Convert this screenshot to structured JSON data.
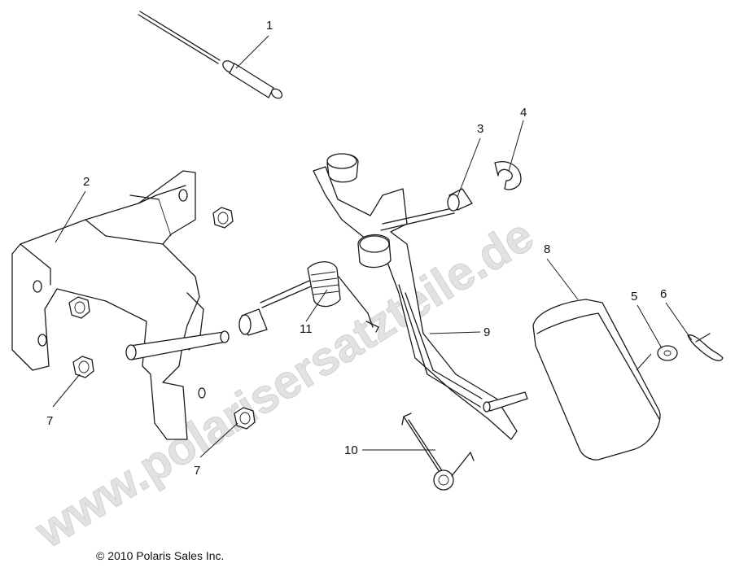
{
  "watermark": "www.polarisersatzteile.de",
  "copyright": "© 2010 Polaris Sales Inc.",
  "callouts": [
    "1",
    "2",
    "3",
    "4",
    "5",
    "6",
    "7",
    "7",
    "8",
    "9",
    "10",
    "11"
  ]
}
